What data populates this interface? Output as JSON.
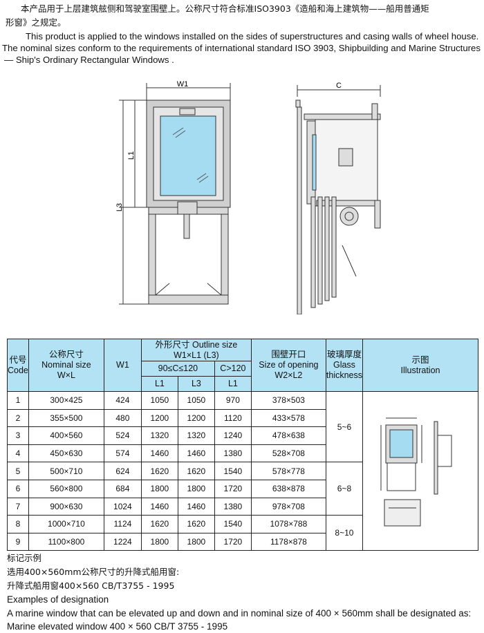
{
  "intro": {
    "zh_line1": "本产品用于上层建筑舷侧和驾驶室围壁上。公称尺寸符合标准ISO3903《造船和海上建筑物——船用普通矩",
    "zh_line2": "形窗》之规定。",
    "en_line1": "This product is applied to the windows installed on the sides of superstructures and casing walls of wheel house.",
    "en_line2": "The nominal sizes conform to the requirements of international standard ISO 3903, Shipbuilding and Marine Structures",
    "en_line3": "— Ship's Ordinary Rectangular Windows ."
  },
  "drawing": {
    "w1": "W1",
    "l1": "L1",
    "l3": "L3",
    "c": "C"
  },
  "table": {
    "h_code_zh": "代号",
    "h_code_en": "Code",
    "h_nominal_zh": "公称尺寸",
    "h_nominal_en": "Nominal size",
    "h_nominal_sub": "W×L",
    "h_w1": "W1",
    "h_outline": "外形尺寸 Outline size",
    "h_outline_sub": "W1×L1 (L3)",
    "h_range1": "90≤C≤120",
    "h_range2": "C>120",
    "h_l1": "L1",
    "h_l3": "L3",
    "h_l1b": "L1",
    "h_opening_zh": "围壁开口",
    "h_opening_en": "Size of opening",
    "h_opening_sub": "W2×L2",
    "h_glass_zh": "玻璃厚度",
    "h_glass_en1": "Glass",
    "h_glass_en2": "thickness",
    "h_illus_zh": "示图",
    "h_illus_en": "Illustration",
    "rows": [
      [
        "1",
        "300×425",
        "424",
        "1050",
        "1050",
        "970",
        "378×503"
      ],
      [
        "2",
        "355×500",
        "480",
        "1200",
        "1200",
        "1120",
        "433×578"
      ],
      [
        "3",
        "400×560",
        "524",
        "1320",
        "1320",
        "1240",
        "478×638"
      ],
      [
        "4",
        "450×630",
        "574",
        "1460",
        "1460",
        "1380",
        "528×708"
      ],
      [
        "5",
        "500×710",
        "624",
        "1620",
        "1620",
        "1540",
        "578×778"
      ],
      [
        "6",
        "560×800",
        "684",
        "1800",
        "1800",
        "1720",
        "638×878"
      ],
      [
        "7",
        "900×630",
        "1024",
        "1460",
        "1460",
        "1380",
        "978×708"
      ],
      [
        "8",
        "1000×710",
        "1124",
        "1620",
        "1620",
        "1540",
        "1078×788"
      ],
      [
        "9",
        "1100×800",
        "1224",
        "1800",
        "1800",
        "1720",
        "1178×878"
      ]
    ],
    "glass": [
      "5~6",
      "6~8",
      "8~10"
    ]
  },
  "example": {
    "zh_title": "标记示例",
    "zh_line1": "选用400×560mm公称尺寸的升降式船用窗:",
    "zh_line2": "升降式船用窗400×560 CB/T3755 - 1995",
    "en_title": "Examples of designation",
    "en_line1": "A marine window that can be elevated up and down and in nominal size of 400 × 560mm shall be designated as:",
    "en_line2": "Marine elevated window 400 × 560 CB/T 3755 - 1995"
  }
}
